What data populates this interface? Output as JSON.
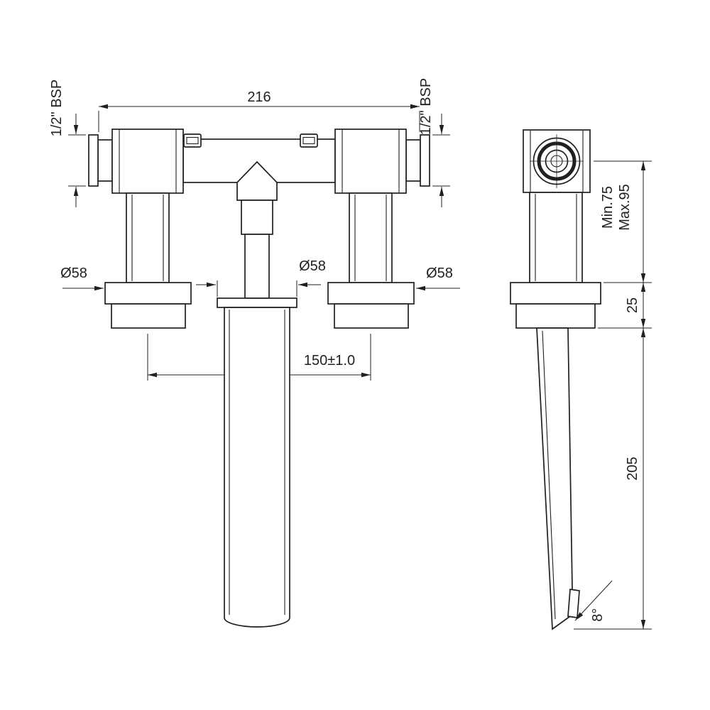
{
  "front_view": {
    "overall_width": "216",
    "thread_left": "1/2\" BSP",
    "thread_right": "1/2\" BSP",
    "flange_dia_left": "Ø58",
    "flange_dia_center": "Ø58",
    "flange_dia_right": "Ø58",
    "center_distance": "150±1.0"
  },
  "side_view": {
    "wall_depth_min": "Min.75",
    "wall_depth_max": "Max.95",
    "flange_depth": "25",
    "spout_length": "205",
    "spout_angle": "8°"
  },
  "colors": {
    "line": "#231f20",
    "background": "#ffffff"
  }
}
